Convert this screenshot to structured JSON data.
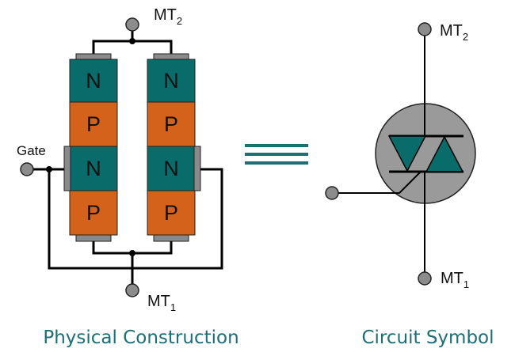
{
  "physical": {
    "caption": "Physical Construction",
    "left_column": [
      "N",
      "P",
      "N",
      "P"
    ],
    "right_column": [
      "N",
      "P",
      "N",
      "P"
    ],
    "terminals": {
      "top": {
        "base": "MT",
        "sub": "2"
      },
      "bottom": {
        "base": "MT",
        "sub": "1"
      },
      "gate": "Gate"
    }
  },
  "symbol": {
    "caption": "Circuit Symbol",
    "top": {
      "base": "MT",
      "sub": "2"
    },
    "bottom": {
      "base": "MT",
      "sub": "1"
    }
  },
  "colors": {
    "n_layer": "#0a6b6b",
    "p_layer": "#d4621a",
    "contact": "#8a8a8a",
    "terminal": "#8c8c8c",
    "symbol_body": "#9a9a9a",
    "equals": "#1b6f75",
    "caption": "#1b6f75"
  }
}
